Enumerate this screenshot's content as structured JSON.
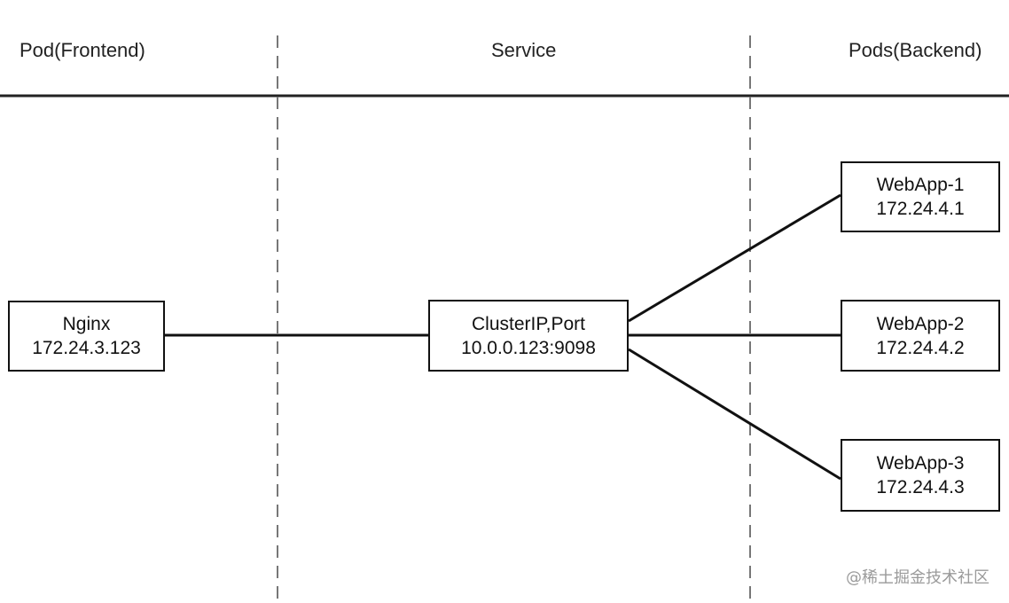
{
  "columns": {
    "frontend": "Pod(Frontend)",
    "service": "Service",
    "backend": "Pods(Backend)"
  },
  "nodes": {
    "nginx": {
      "name": "Nginx",
      "ip": "172.24.3.123"
    },
    "service": {
      "name": "ClusterIP,Port",
      "ip": "10.0.0.123:9098"
    },
    "webapp1": {
      "name": "WebApp-1",
      "ip": "172.24.4.1"
    },
    "webapp2": {
      "name": "WebApp-2",
      "ip": "172.24.4.2"
    },
    "webapp3": {
      "name": "WebApp-3",
      "ip": "172.24.4.3"
    }
  },
  "watermark": "@稀土掘金技术社区"
}
